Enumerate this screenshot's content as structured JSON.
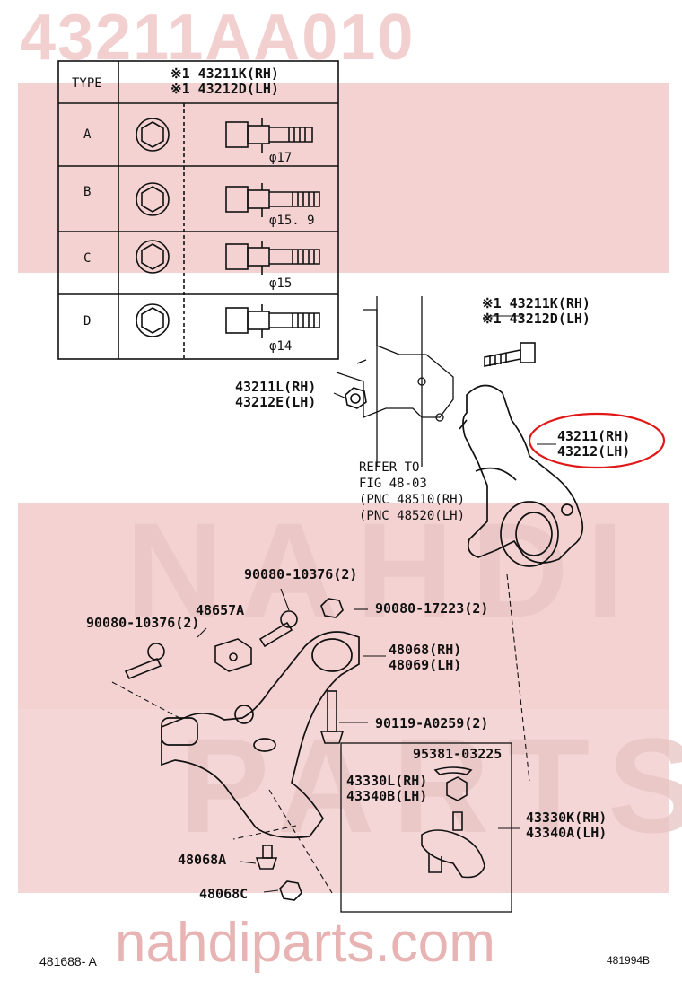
{
  "watermark": {
    "part_code": "43211AA010",
    "brand_top": "NAHDI",
    "brand_bottom": "PARTS",
    "url": "nahdiparts.com"
  },
  "colors": {
    "band": "#f4d2d2",
    "highlight": "#e01818",
    "ink": "#111111"
  },
  "table": {
    "header_type": "TYPE",
    "header_parts": [
      "※1 43211K(RH)",
      "※1 43212D(LH)"
    ],
    "rows": [
      {
        "type": "A",
        "dia": "φ17"
      },
      {
        "type": "B",
        "dia": "φ15. 9"
      },
      {
        "type": "C",
        "dia": "φ15"
      },
      {
        "type": "D",
        "dia": "φ14"
      }
    ]
  },
  "labels": {
    "bolt_top": [
      "※1 43211K(RH)",
      "※1 43212D(LH)"
    ],
    "nut_left": [
      "43211L(RH)",
      "43212E(LH)"
    ],
    "knuckle": [
      "43211(RH)",
      "43212(LH)"
    ],
    "refer": [
      "REFER TO",
      "FIG 48-03",
      "(PNC 48510(RH)",
      "(PNC 48520(LH)"
    ],
    "bolt_a": "90080-10376(2)",
    "bolt_b": "90080-10376(2)",
    "bracket": "48657A",
    "nut_c": "90080-17223(2)",
    "bushing": [
      "48068(RH)",
      "48069(LH)"
    ],
    "bolt_d": "90119-A0259(2)",
    "cotter": "95381-03225",
    "ballnut": [
      "43330L(RH)",
      "43340B(LH)"
    ],
    "balljoint": [
      "43330K(RH)",
      "43340A(LH)"
    ],
    "arm_a": "48068A",
    "arm_c": "48068C"
  },
  "footer": {
    "left": "481688- A",
    "right": "481994B"
  }
}
